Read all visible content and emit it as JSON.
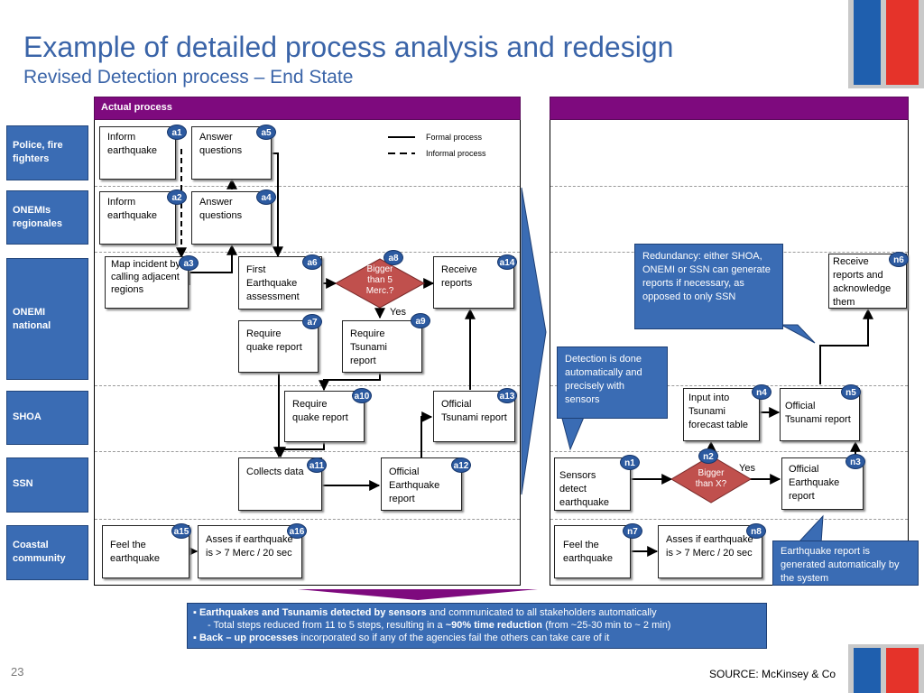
{
  "header": {
    "title": "Example of detailed process analysis and redesign",
    "subtitle": "Revised Detection process – End State"
  },
  "colors": {
    "title": "#3a64a8",
    "lane": "#3a6cb4",
    "panel_header": "#7e0a7e",
    "decision": "#c0504d",
    "badge": "#2c5aa0"
  },
  "lanes": [
    "Police, fire fighters",
    "ONEMIs regionales",
    "ONEMI national",
    "SHOA",
    "SSN",
    "Coastal community"
  ],
  "actual": {
    "header": "Actual process",
    "legend": {
      "formal": "Formal process",
      "informal": "Informal process"
    },
    "boxes": {
      "a1": "Inform earthquake",
      "a5": "Answer questions",
      "a2": "Inform earthquake",
      "a4": "Answer questions",
      "a3": "Map incident by calling adjacent regions",
      "a6": "First Earthquake assessment",
      "a8": "Bigger than 5 Merc.?",
      "a14": "Receive reports",
      "a7": "Require quake report",
      "a9": "Require Tsunami report",
      "a10": "Require quake report",
      "a13": "Official Tsunami report",
      "a11": "Collects data",
      "a12": "Official Earthquake report",
      "a15": "Feel the earthquake",
      "a16": "Asses if earthquake is > 7 Merc / 20 sec"
    },
    "yes": "Yes"
  },
  "end_state": {
    "header": "",
    "boxes": {
      "n6": "Receive reports and acknowledge them",
      "n4": "Input into Tsunami forecast table",
      "n5": "Official Tsunami report",
      "n1": "Sensors detect earthquake",
      "n2": "Bigger than X?",
      "n3": "Official Earthquake report",
      "n7": "Feel the earthquake",
      "n8": "Asses if earthquake is > 7 Merc / 20 sec"
    },
    "yes": "Yes",
    "callouts": {
      "redundancy": "Redundancy: either SHOA, ONEMI or SSN can generate reports if necessary, as opposed to only SSN",
      "detection": "Detection is done automatically and precisely with sensors",
      "auto_report": "Earthquake report is generated automatically by the system"
    }
  },
  "badges": [
    "a1",
    "a2",
    "a3",
    "a4",
    "a5",
    "a6",
    "a7",
    "a8",
    "a9",
    "a10",
    "a11",
    "a12",
    "a13",
    "a14",
    "a15",
    "a16",
    "n1",
    "n2",
    "n3",
    "n4",
    "n5",
    "n6",
    "n7",
    "n8"
  ],
  "summary": {
    "b1_bold": "Earthquakes and Tsunamis detected by sensors",
    "b1_rest": " and communicated to all stakeholders automatically",
    "b1_line2_pre": "- Total steps reduced from 11 to 5 steps, resulting in a ",
    "b1_line2_bold": "~90% time reduction",
    "b1_line2_post": " (from ~25-30 min to ~ 2 min)",
    "b2_bold": "Back – up processes",
    "b2_rest": " incorporated so if any of the agencies fail the others can take care of it"
  },
  "footer": {
    "page": "23",
    "source": "SOURCE: McKinsey & Co"
  }
}
